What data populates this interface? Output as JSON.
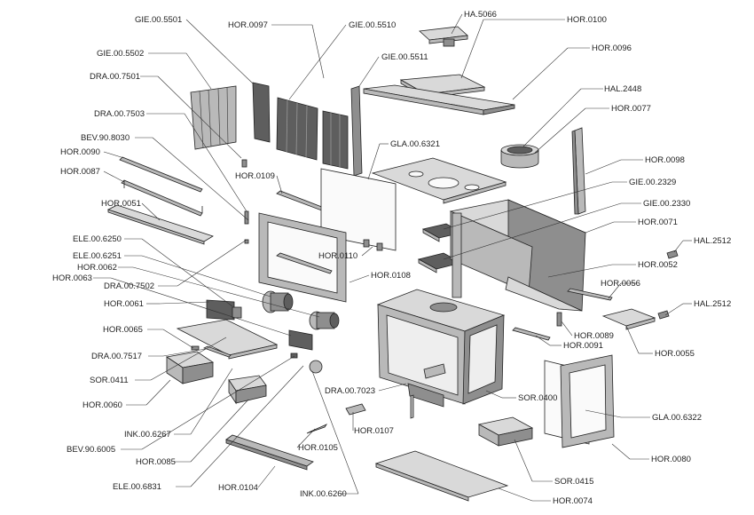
{
  "diagram": {
    "labels": {
      "gie_00_5501": "GIE.00.5501",
      "hor_0097": "HOR.0097",
      "gie_00_5510": "GIE.00.5510",
      "ha_5066": "HA.5066",
      "hor_0100": "HOR.0100",
      "gie_00_5502": "GIE.00.5502",
      "gie_00_5511": "GIE.00.5511",
      "hor_0096": "HOR.0096",
      "dra_00_7501": "DRA.00.7501",
      "hal_2448": "HAL.2448",
      "dra_00_7503": "DRA.00.7503",
      "hor_0077": "HOR.0077",
      "bev_90_8030": "BEV.90.8030",
      "gla_00_6321": "GLA.00.6321",
      "hor_0090": "HOR.0090",
      "hor_0098": "HOR.0098",
      "hor_0087": "HOR.0087",
      "hor_0109": "HOR.0109",
      "gie_00_2329": "GIE.00.2329",
      "hor_0051": "HOR.0051",
      "gie_00_2330": "GIE.00.2330",
      "hor_0071": "HOR.0071",
      "ele_00_6250": "ELE.00.6250",
      "hal_2512_a": "HAL.2512",
      "hor_0110": "HOR.0110",
      "ele_00_6251": "ELE.00.6251",
      "hor_0052": "HOR.0052",
      "hor_0062": "HOR.0062",
      "hor_0108": "HOR.0108",
      "hor_0063": "HOR.0063",
      "hor_0056": "HOR.0056",
      "dra_00_7502": "DRA.00.7502",
      "hor_0061": "HOR.0061",
      "hal_2512_b": "HAL.2512",
      "hor_0065": "HOR.0065",
      "hor_0089": "HOR.0089",
      "hor_0091": "HOR.0091",
      "dra_00_7517": "DRA.00.7517",
      "hor_0055": "HOR.0055",
      "sor_0411": "SOR.0411",
      "dra_00_7023": "DRA.00.7023",
      "sor_0400": "SOR.0400",
      "hor_0060": "HOR.0060",
      "gla_00_6322": "GLA.00.6322",
      "hor_0107": "HOR.0107",
      "ink_00_6267": "INK.00.6267",
      "bev_90_6005": "BEV.90.6005",
      "hor_0105": "HOR.0105",
      "hor_0080": "HOR.0080",
      "hor_0085": "HOR.0085",
      "sor_0415": "SOR.0415",
      "ele_00_6831": "ELE.00.6831",
      "hor_0104": "HOR.0104",
      "ink_00_6260": "INK.00.6260",
      "hor_0074": "HOR.0074"
    }
  }
}
